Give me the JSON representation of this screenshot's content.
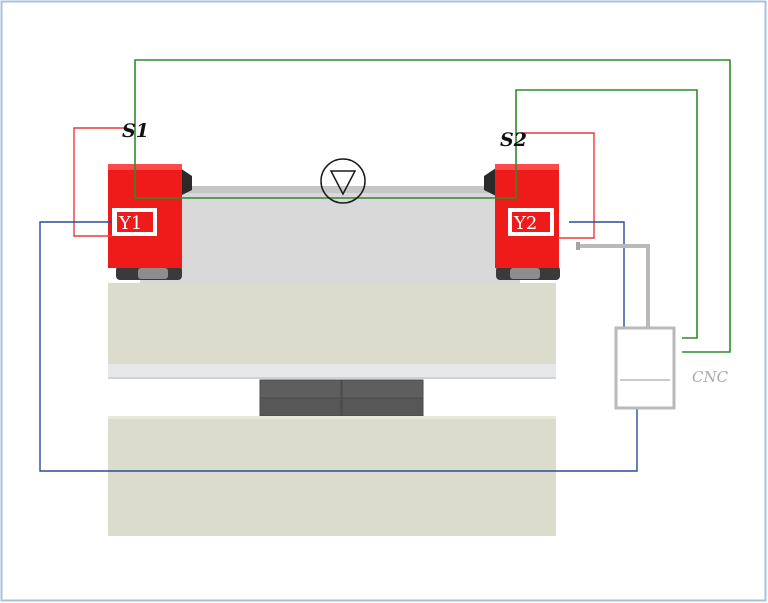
{
  "diagram": {
    "labels": {
      "sensor_left": "S1",
      "sensor_right": "S2",
      "cylinder_left": "Y1",
      "cylinder_right": "Y2",
      "controller": "CNC"
    },
    "colors": {
      "frame_border": "#a7c0dc",
      "feedback_line": "#2e8b2e",
      "valve_line": "#e83b3b",
      "control_line": "#2b4a9a",
      "cylinder_body": "#ef1b1b",
      "cylinder_label_box": "#ffffff",
      "upper_beam": "#d9d9d9",
      "press_body": "#dcdccc",
      "die_block": "#5e5e5e",
      "cnc_unit": "#b9b9b9",
      "cnc_label": "#a9a9a9"
    },
    "icons": {
      "center_symbol": "triangle-in-circle-icon"
    }
  }
}
